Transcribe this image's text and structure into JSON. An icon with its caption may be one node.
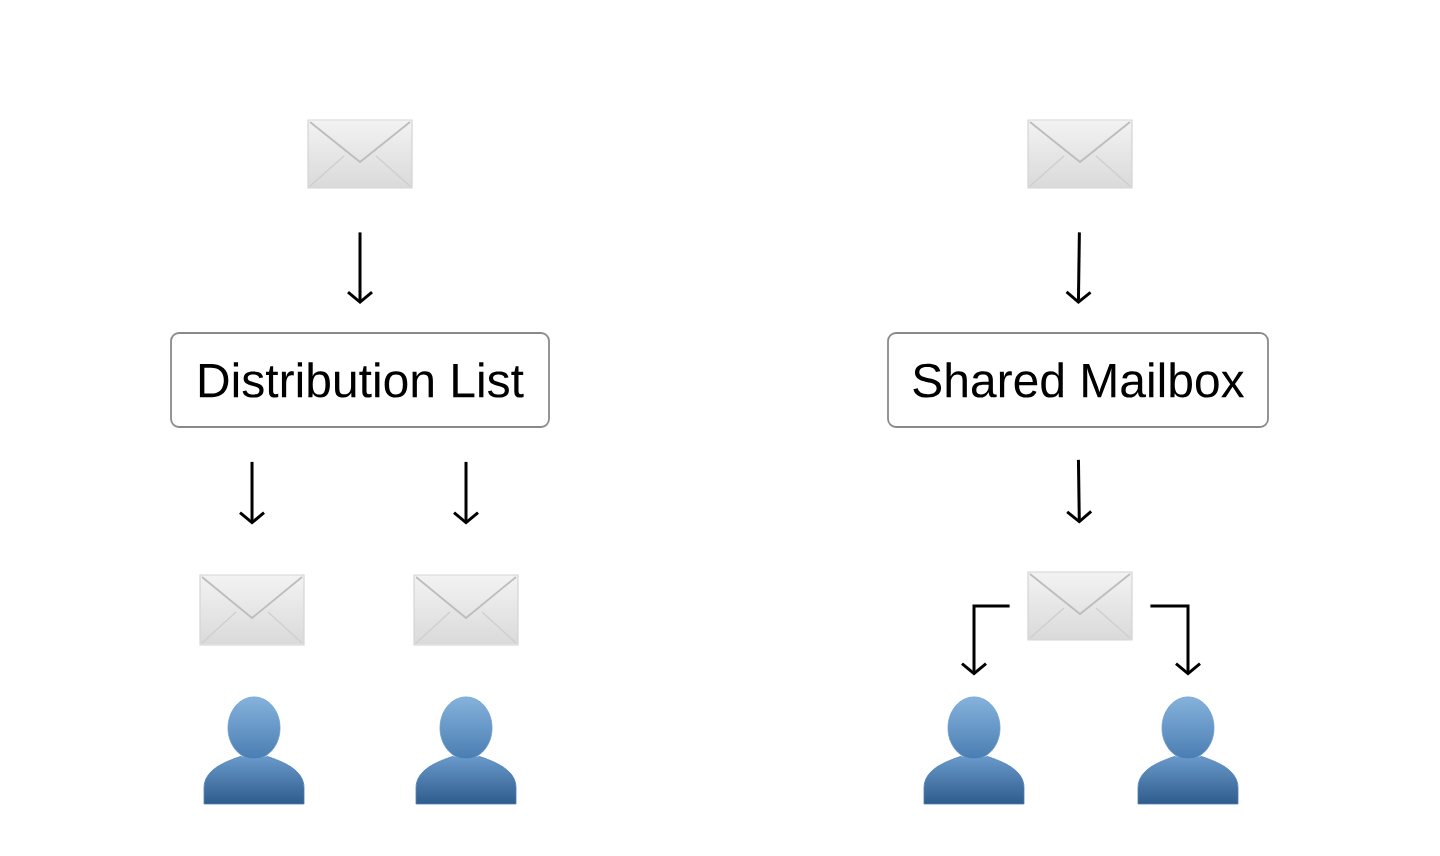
{
  "diagram": {
    "nodes": [
      {
        "text": [],
        "shape": "envelope"
      },
      {
        "text": [
          "Distribution List"
        ]
      },
      {
        "text": [],
        "shape": "envelope"
      },
      {
        "text": [],
        "shape": "envelope"
      },
      {
        "text": [],
        "shape": "person"
      },
      {
        "text": [],
        "shape": "person"
      },
      {
        "text": [],
        "shape": "envelope"
      },
      {
        "text": [
          "Shared Mailbox"
        ]
      },
      {
        "text": [],
        "shape": "envelope"
      },
      {
        "text": [],
        "shape": "person"
      },
      {
        "text": [],
        "shape": "person"
      }
    ],
    "edges": [
      {
        "from": 0,
        "to": 1,
        "arrow": "to"
      },
      {
        "from": 1,
        "to": 2,
        "arrow": "to"
      },
      {
        "from": 1,
        "to": 3,
        "arrow": "to"
      },
      {
        "from": 6,
        "to": 7,
        "arrow": "to"
      },
      {
        "from": 7,
        "to": 8,
        "arrow": "to"
      },
      {
        "from": 8,
        "to": 9,
        "arrow": "to"
      },
      {
        "from": 8,
        "to": 10,
        "arrow": "to"
      }
    ]
  }
}
